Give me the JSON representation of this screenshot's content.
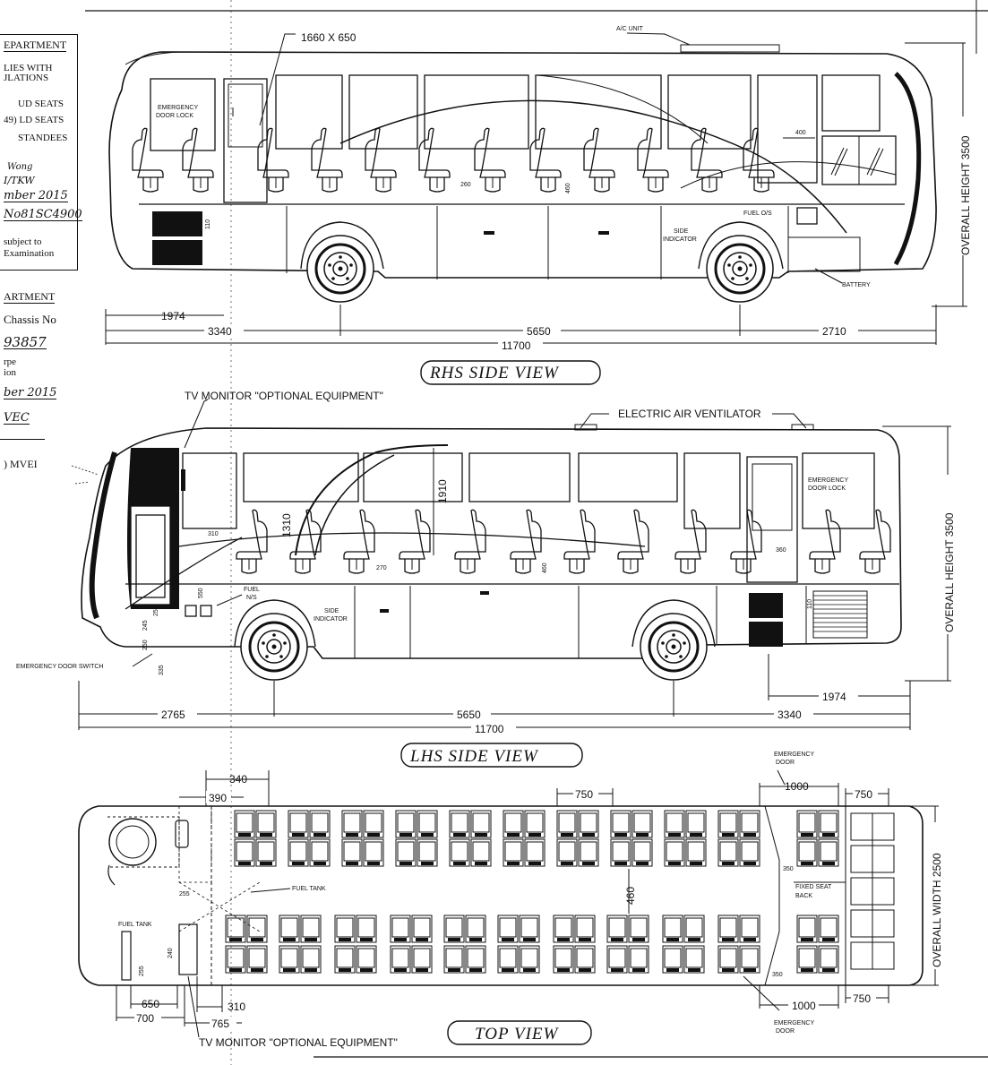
{
  "left_panel": {
    "block1_heading": "EPARTMENT",
    "block1_lines": [
      "LIES WITH",
      "JLATIONS"
    ],
    "seat_items": [
      "UD SEATS",
      "49) LD SEATS",
      "STANDEES"
    ],
    "sig1": "Wong",
    "sig2": "I/TKW",
    "date1": "mber 2015",
    "ref": "No81SC4900",
    "subject1": "subject to",
    "subject2": "Examination",
    "block2_heading": "ARTMENT",
    "chassis_label": "Chassis No",
    "chassis_no": "93857",
    "line_rpe": "rpe",
    "line_ion": "ion",
    "date2": "ber 2015",
    "vec": "VEC",
    "mvei": ") MVEI"
  },
  "rhs_view": {
    "title": "RHS SIDE VIEW",
    "window_dim": "1660 X 650",
    "ac_unit": "A/C UNIT",
    "emergency_door_lock": [
      "EMERGENCY",
      "DOOR LOCK"
    ],
    "fuel": "FUEL O/S",
    "side_indicator": [
      "SIDE",
      "INDICATOR"
    ],
    "battery": "BATTERY",
    "dim_400": "400",
    "dim_260": "260",
    "dim_460": "460",
    "dim_110": "110",
    "dim_1974": "1974",
    "dim_3340": "3340",
    "dim_5650": "5650",
    "dim_2710": "2710",
    "dim_11700": "11700",
    "overall_height": "OVERALL HEIGHT 3500"
  },
  "lhs_view": {
    "title": "LHS SIDE VIEW",
    "tv_monitor": "TV MONITOR \"OPTIONAL EQUIPMENT\"",
    "electric_air_ventilator": "ELECTRIC AIR VENTILATOR",
    "emergency_door_lock": [
      "EMERGENCY",
      "DOOR LOCK"
    ],
    "fuel": [
      "FUEL",
      "N/S"
    ],
    "side_indicator": [
      "SIDE",
      "INDICATOR"
    ],
    "emergency_door_switch": "EMERGENCY DOOR SWITCH",
    "dim_1310": "1310",
    "dim_1910": "1910",
    "dim_310": "310",
    "dim_270": "270",
    "dim_460": "460",
    "dim_360": "360",
    "dim_110": "110",
    "dim_250a": "250",
    "dim_245": "245",
    "dim_250b": "250",
    "dim_335": "335",
    "dim_550": "550",
    "dim_2765": "2765",
    "dim_5650": "5650",
    "dim_3340": "3340",
    "dim_1974": "1974",
    "dim_11700": "11700",
    "overall_height": "OVERALL HEIGHT 3500"
  },
  "top_view": {
    "title": "TOP VIEW",
    "tv_monitor": "TV MONITOR \"OPTIONAL EQUIPMENT\"",
    "fuel_tank": "FUEL TANK",
    "fuel_tank_small": "FUEL TANK",
    "emergency_door_top": [
      "EMERGENCY",
      "DOOR"
    ],
    "emergency_door_bottom": [
      "EMERGENCY",
      "DOOR"
    ],
    "fixed_seat_back": [
      "FIXED SEAT",
      "BACK"
    ],
    "dim_340": "340",
    "dim_390": "390",
    "dim_750_mid": "750",
    "dim_1000_top": "1000",
    "dim_750_top": "750",
    "dim_460": "460",
    "dim_255": "255",
    "dim_350a": "350",
    "dim_350b": "350",
    "dim_240": "240",
    "dim_255b": "255",
    "dim_650": "650",
    "dim_700": "700",
    "dim_310": "310",
    "dim_765": "765",
    "dim_1000_bottom": "1000",
    "dim_750_bottom": "750",
    "overall_width": "OVERALL WIDTH 2500"
  }
}
